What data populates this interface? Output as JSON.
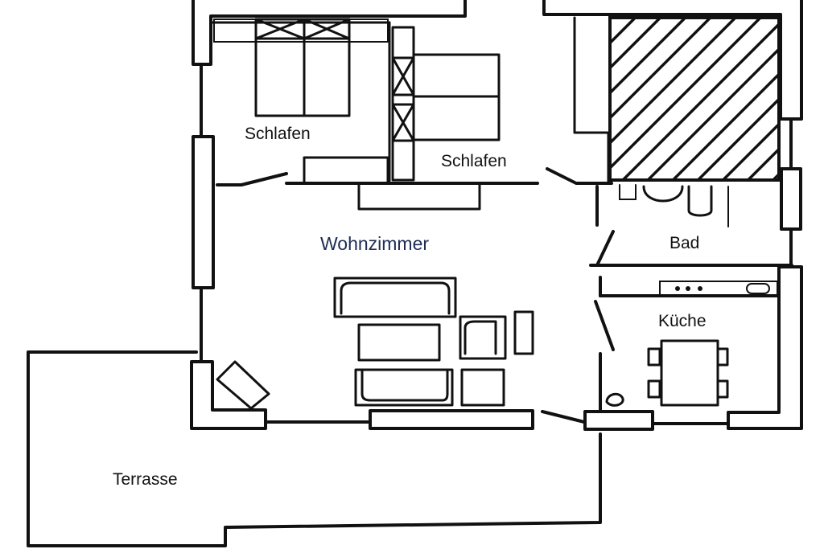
{
  "rooms": {
    "bedroom_left": "Schlafen",
    "bedroom_right": "Schlafen",
    "living": "Wohnzimmer",
    "bath": "Bad",
    "kitchen": "Küche",
    "terrace": "Terrasse"
  },
  "colors": {
    "living_label": "#1f2d55",
    "line": "#111111"
  }
}
